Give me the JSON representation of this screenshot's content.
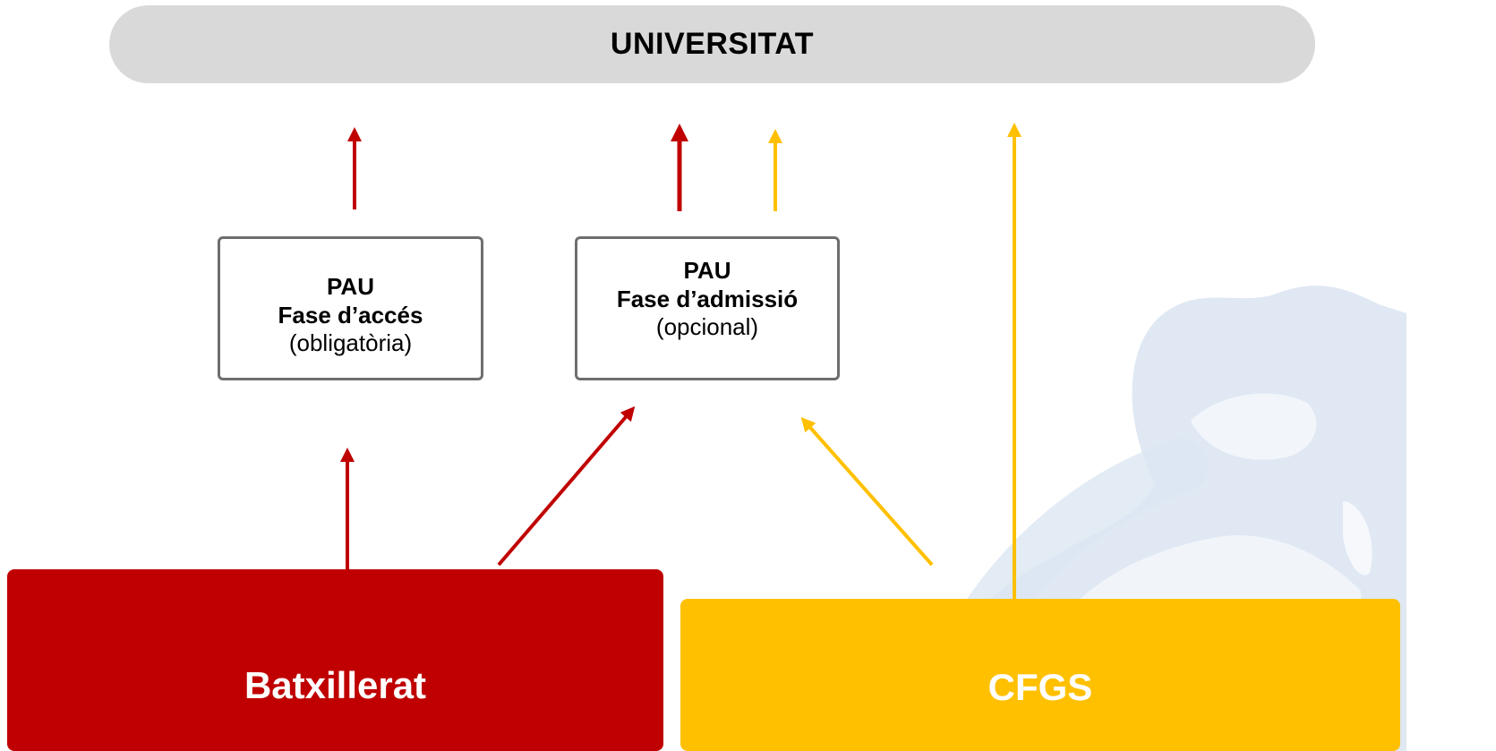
{
  "university": {
    "label": "UNIVERSITAT"
  },
  "pau_access": {
    "line1": "PAU",
    "line2": "Fase d’accés",
    "line3": "(obligatòria)"
  },
  "pau_admission": {
    "line1": "PAU",
    "line2": "Fase d’admissió",
    "line3": "(opcional)"
  },
  "batxillerat": {
    "label": "Batxillerat",
    "color": "#c00000"
  },
  "cfgs": {
    "label": "CFGS",
    "color": "#ffc000"
  },
  "colors": {
    "university_bg": "#d9d9d9",
    "box_border": "#6e6e6e",
    "watermark": "#dce6f2"
  }
}
